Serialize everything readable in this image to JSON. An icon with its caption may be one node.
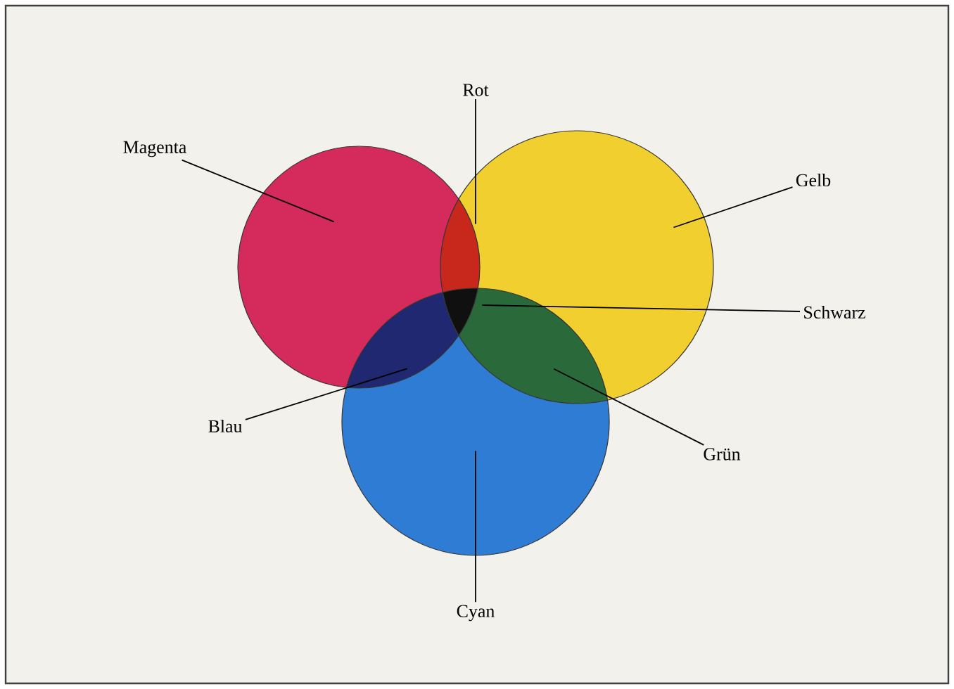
{
  "diagram": {
    "nodes": [
      {
        "text": [
          "Rot"
        ]
      },
      {
        "text": [
          "Magenta"
        ]
      },
      {
        "text": [
          "Gelb"
        ]
      },
      {
        "text": [
          "Schwarz"
        ]
      },
      {
        "text": [
          "Blau"
        ]
      },
      {
        "text": [
          "Grün"
        ]
      },
      {
        "text": [
          "Cyan"
        ]
      },
      {
        "text": [],
        "shape": "circle"
      },
      {
        "text": [],
        "shape": "circle"
      },
      {
        "text": [],
        "shape": "circle"
      },
      {
        "text": [],
        "shape": "lens"
      },
      {
        "text": [],
        "shape": "center"
      },
      {
        "text": [],
        "shape": "lens"
      },
      {
        "text": [],
        "shape": "lens"
      }
    ],
    "edges": [
      {
        "from": 0,
        "to": 10,
        "arrow": "none"
      },
      {
        "from": 1,
        "to": 7,
        "arrow": "none"
      },
      {
        "from": 2,
        "to": 8,
        "arrow": "none"
      },
      {
        "from": 3,
        "to": 11,
        "arrow": "none"
      },
      {
        "from": 4,
        "to": 12,
        "arrow": "none"
      },
      {
        "from": 5,
        "to": 13,
        "arrow": "none"
      },
      {
        "from": 6,
        "to": 9,
        "arrow": "none"
      }
    ]
  }
}
